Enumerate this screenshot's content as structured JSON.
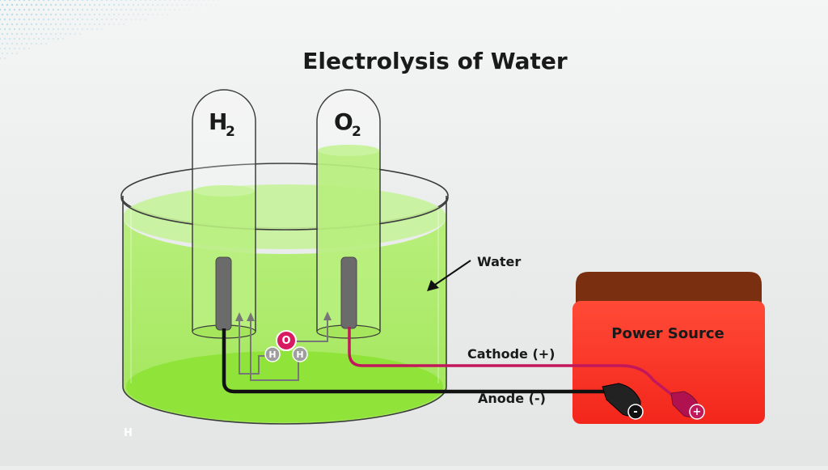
{
  "diagram": {
    "title": "Electrolysis of Water",
    "tubes": {
      "left_formula": "H",
      "left_subscript": "2",
      "right_formula": "O",
      "right_subscript": "2"
    },
    "labels": {
      "water": "Water",
      "cathode": "Cathode (+)",
      "anode": "Anode (-)",
      "power_source": "Power Source"
    },
    "molecule": {
      "oxygen_symbol": "O",
      "hydrogen_symbol_1": "H",
      "hydrogen_symbol_2": "H"
    },
    "terminals": {
      "negative": "-",
      "positive": "+"
    },
    "corner_mark": "H"
  },
  "colors": {
    "water": "#a6e95d",
    "water_bottom": "#8ee234",
    "electrode": "#6b6b6b",
    "anode_wire": "#111111",
    "cathode_wire": "#c2185b",
    "oxygen_atom": "#d81b60",
    "hydrogen_atom": "#9e9e9e",
    "power_body": "#ff3b2f",
    "power_top": "#7a3010",
    "dots": "#a8d8e6"
  }
}
